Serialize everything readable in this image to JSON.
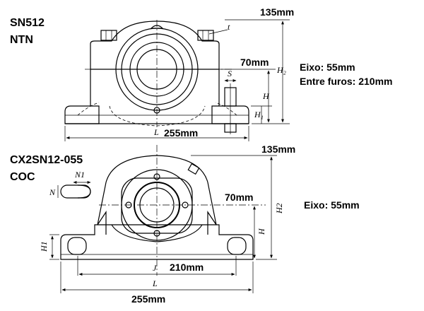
{
  "top": {
    "model": "SN512",
    "brand": "NTN",
    "dim_total_height": "135mm",
    "dim_center_height": "70mm",
    "dim_length": "255mm",
    "shaft_label": "Eixo: 55mm",
    "bolt_spacing_label": "Entre furos: 210mm",
    "sym_t": "t",
    "sym_H2": "H₂",
    "sym_S": "S",
    "sym_H": "H",
    "sym_H1": "H₁",
    "sym_L": "L"
  },
  "bottom": {
    "model": "CX2SN12-055",
    "brand": "COC",
    "dim_total_height": "135mm",
    "dim_center_height": "70mm",
    "dim_bolt_spacing": "210mm",
    "dim_length": "255mm",
    "shaft_label": "Eixo: 55mm",
    "sym_N1": "N1",
    "sym_N": "N",
    "sym_H2": "H2",
    "sym_H": "H",
    "sym_H1": "H1",
    "sym_J": "J",
    "sym_L": "L"
  }
}
